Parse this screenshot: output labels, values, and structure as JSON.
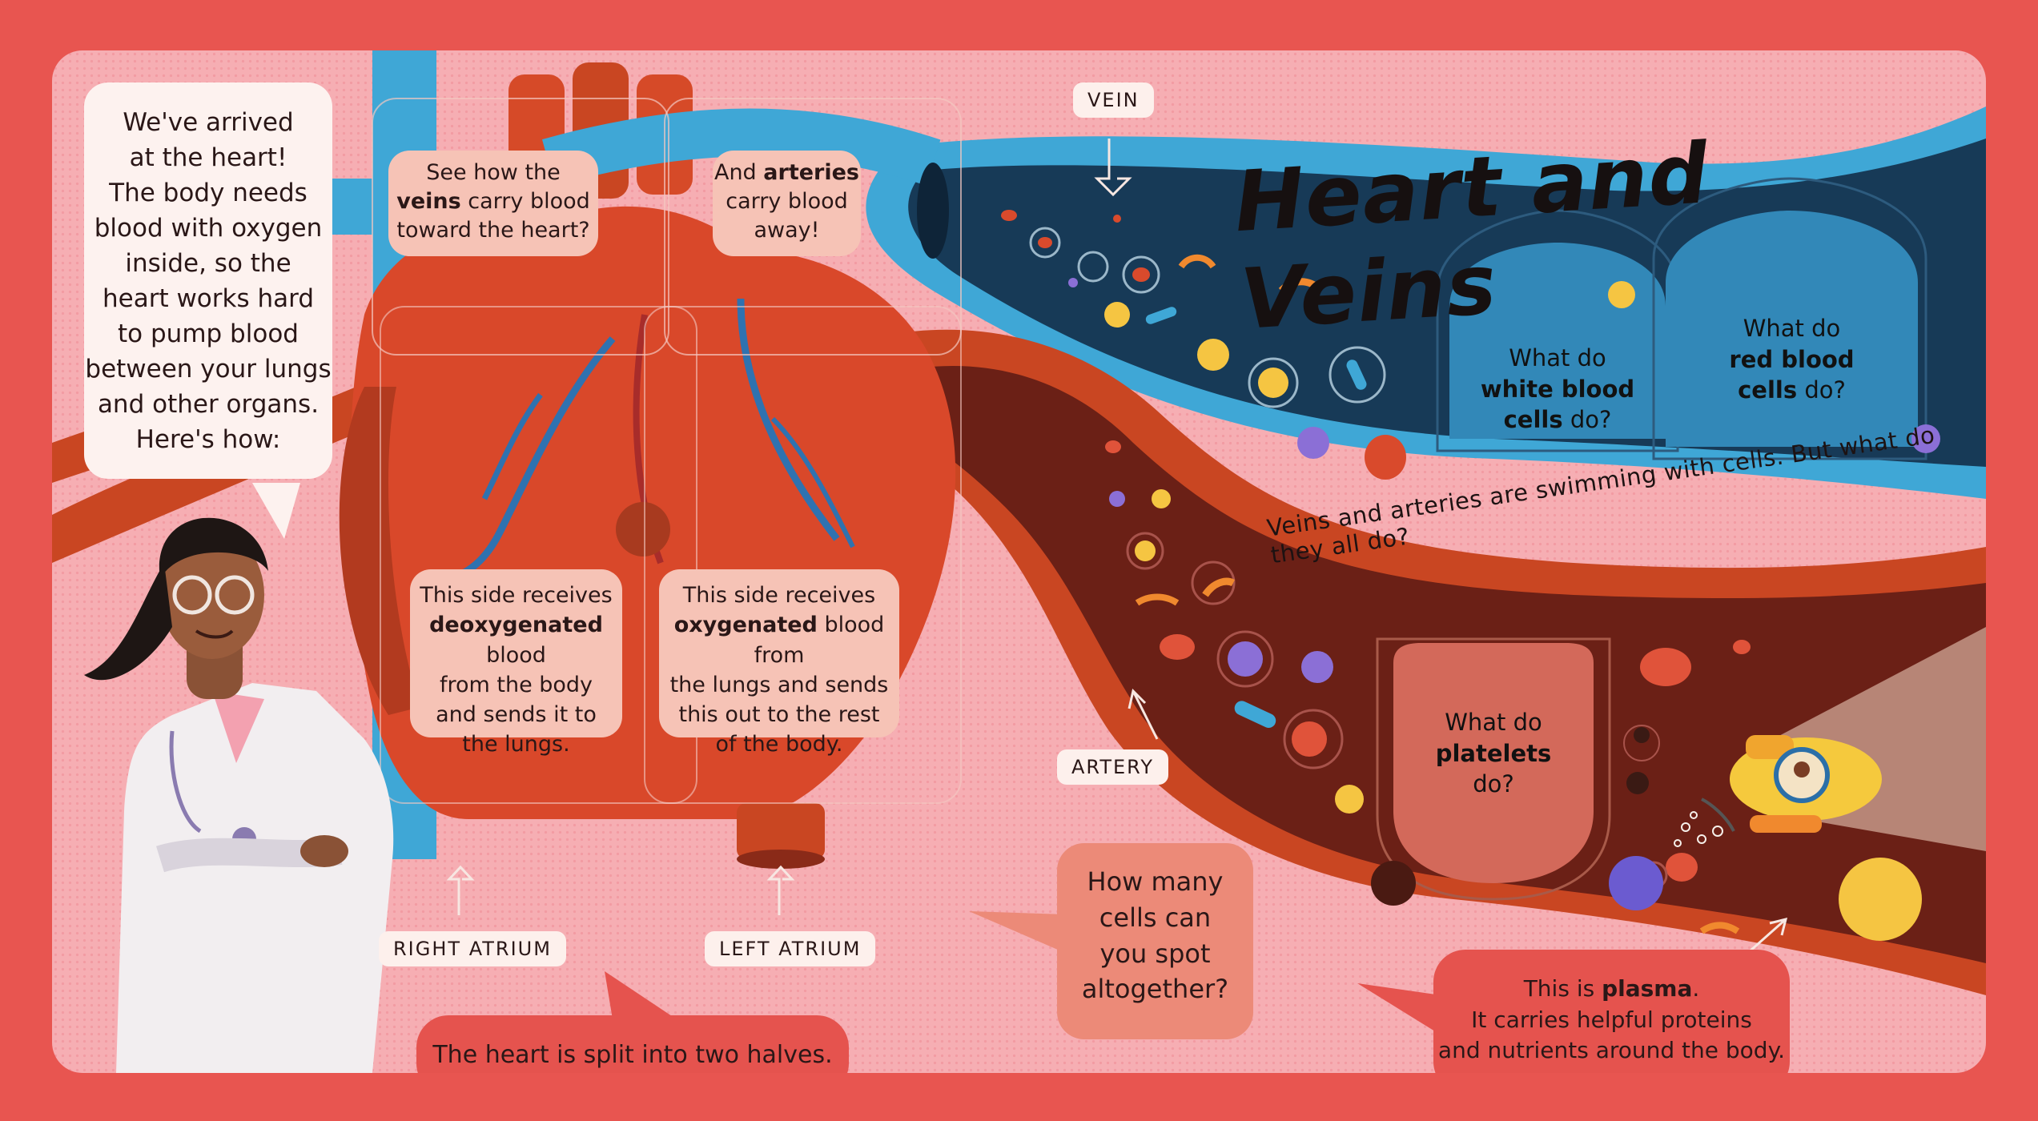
{
  "title": "Heart and Veins",
  "intro": {
    "lines": [
      "We've arrived",
      "at the heart!",
      "The body needs",
      "blood with oxygen",
      "inside, so the",
      "heart works hard",
      "to pump blood",
      "between your lungs",
      "and other organs.",
      "Here's how:"
    ]
  },
  "flaps": {
    "veins": {
      "pre": "See how the",
      "bold": "veins",
      "post": "carry blood",
      "line3": "toward the heart?"
    },
    "arteries": {
      "pre": "And",
      "bold": "arteries",
      "line2": "carry blood",
      "line3": "away!"
    },
    "right_side": {
      "line1": "This side receives",
      "bold": "deoxygenated",
      "post": "blood",
      "line3": "from the body",
      "line4": "and sends it to",
      "line5": "the lungs."
    },
    "left_side": {
      "line1": "This side receives",
      "bold": "oxygenated",
      "post": "blood from",
      "line3": "the lungs and sends",
      "line4": "this out to the rest",
      "line5": "of the body."
    },
    "white_cells": {
      "line1": "What do",
      "bold1": "white blood",
      "bold2": "cells",
      "post": "do?"
    },
    "red_cells": {
      "line1": "What do",
      "bold1": "red blood",
      "bold2": "cells",
      "post": "do?"
    },
    "platelets": {
      "line1": "What do",
      "bold": "platelets",
      "post": "do?"
    }
  },
  "labels": {
    "vein": "VEIN",
    "artery": "ARTERY",
    "right_atrium": "RIGHT ATRIUM",
    "left_atrium": "LEFT ATRIUM"
  },
  "caption_curve": "Veins and arteries are swimming with cells. But what do they all do?",
  "split_caption": "The heart is split into two halves.",
  "count_question": {
    "lines": [
      "How many",
      "cells can",
      "you spot",
      "altogether?"
    ]
  },
  "plasma": {
    "pre": "This is",
    "bold": "plasma",
    "post": ".",
    "line2": "It carries helpful proteins",
    "line3": "and nutrients around the body."
  },
  "colors": {
    "border": "#e85550",
    "page_pink": "#f6aeb3",
    "vein_blue": "#3fa7d6",
    "vein_dark": "#173a57",
    "artery_red": "#c94622",
    "artery_dark": "#6b2016",
    "heart_red": "#d9482a"
  }
}
